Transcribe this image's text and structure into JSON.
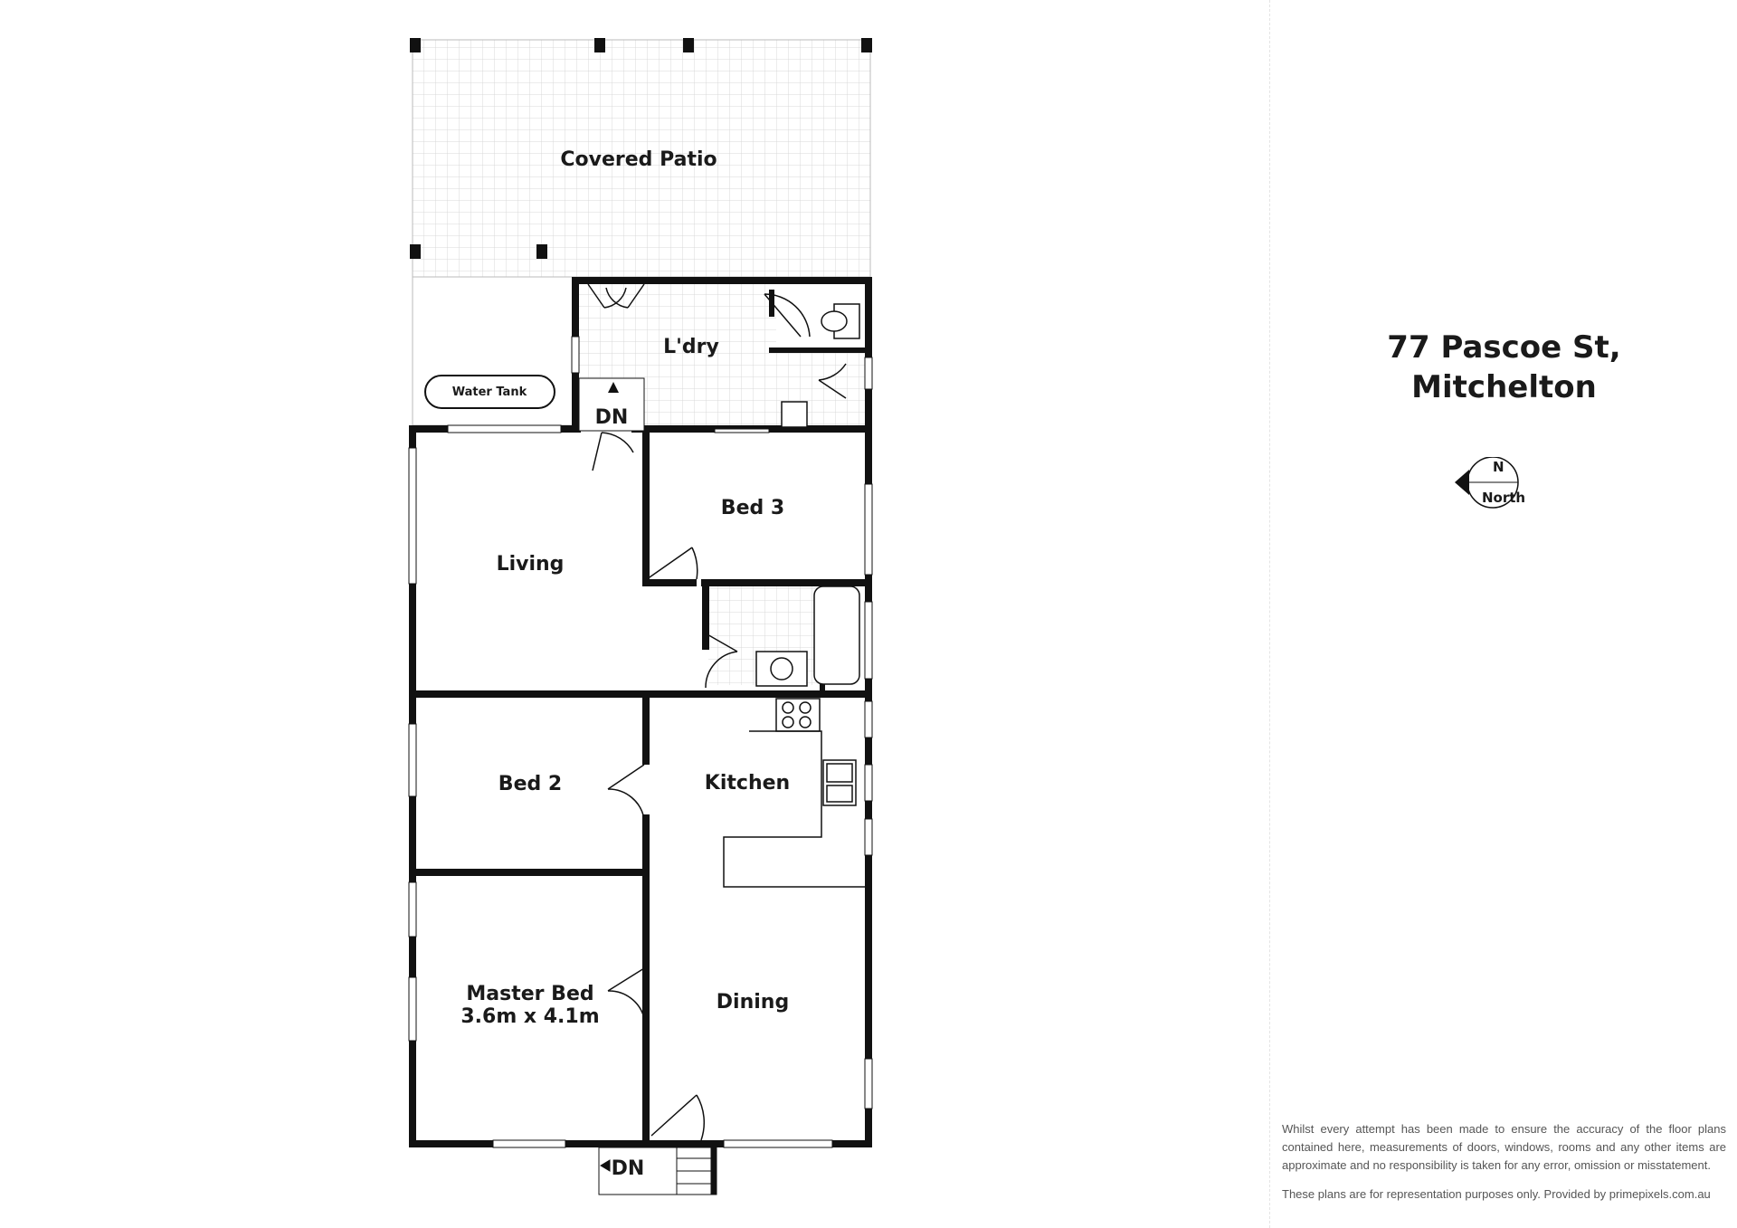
{
  "property": {
    "street": "77 Pascoe St,",
    "suburb": "Mitchelton"
  },
  "compass": {
    "letter": "N",
    "label": "North"
  },
  "rooms": {
    "covered_patio": "Covered Patio",
    "laundry": "L'dry",
    "water_tank": "Water Tank",
    "living": "Living",
    "bed3": "Bed 3",
    "bed2": "Bed 2",
    "kitchen": "Kitchen",
    "master_bed": "Master Bed",
    "master_bed_size": "3.6m x 4.1m",
    "dining": "Dining"
  },
  "stairs": {
    "laundry_down": "DN",
    "entry_down": "DN"
  },
  "disclaimer": {
    "accuracy": "Whilst every attempt has been made to ensure the accuracy of the floor plans contained here, measurements of doors, windows, rooms and any other items are approximate and no responsibility is taken for any error, omission or misstatement.",
    "provider": "These plans are for representation purposes only. Provided by primepixels.com.au"
  },
  "colors": {
    "wall": "#111111",
    "tile_grid": "#d8d8d8",
    "background": "#ffffff",
    "text": "#1a1a1a"
  }
}
